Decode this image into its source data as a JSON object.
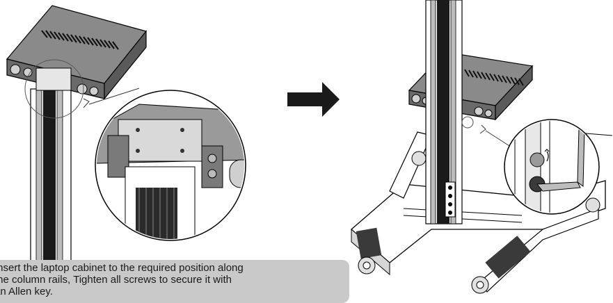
{
  "instruction": {
    "lines": [
      "Insert the laptop cabinet to the required position along",
      "the column rails, Tighten all screws to secure it with",
      "an Allen key."
    ]
  },
  "illustrations": {
    "step_arrow_icon": "right-arrow-icon",
    "line_color": "#000000",
    "fill_dark": "#1a1a1a",
    "fill_mid": "#6e6e6e",
    "fill_light": "#d6d6d6"
  }
}
